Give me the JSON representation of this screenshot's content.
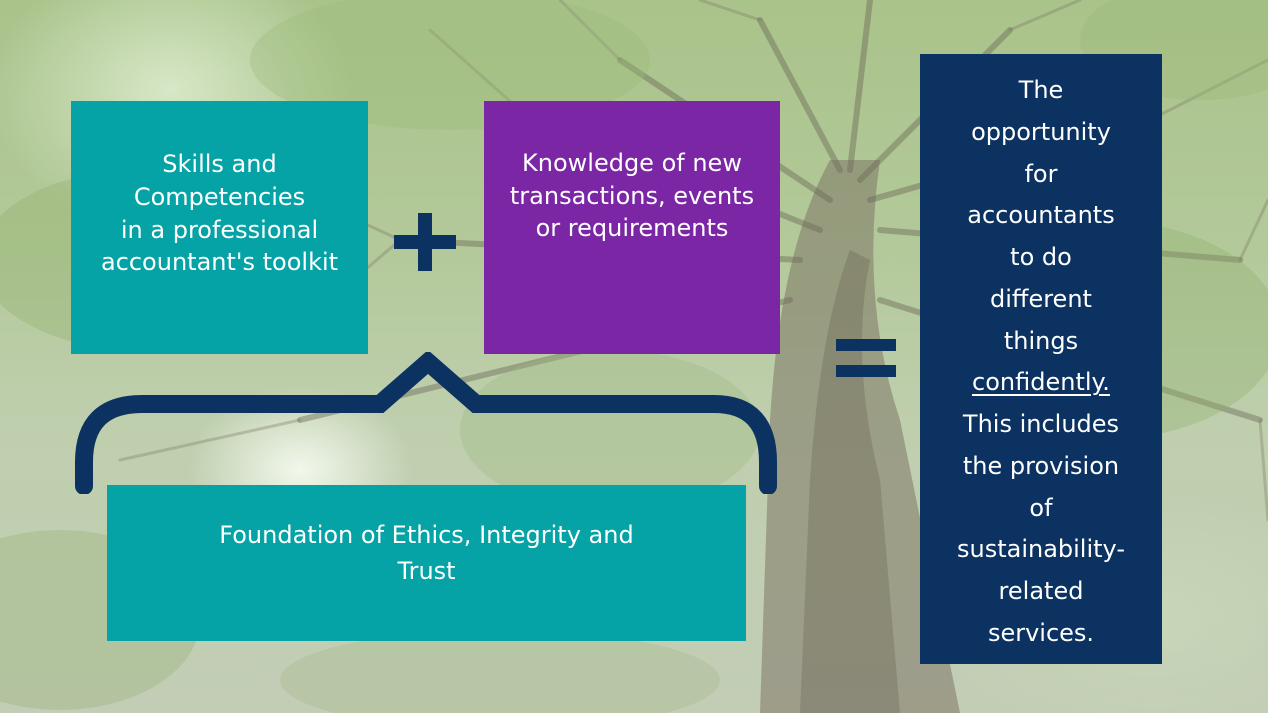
{
  "boxes": {
    "skills": {
      "lines": [
        "Skills and",
        "Competencies",
        "in a professional",
        "accountant's toolkit"
      ]
    },
    "knowledge": {
      "lines": [
        "Knowledge of new",
        "transactions, events",
        "or requirements"
      ]
    },
    "foundation": {
      "lines": [
        "Foundation of Ethics, Integrity and",
        "Trust"
      ]
    },
    "result": {
      "lines_before": [
        "The",
        "opportunity",
        "for",
        "accountants",
        "to do",
        "different",
        "things"
      ],
      "underlined": "confidently.",
      "lines_after": [
        "This includes",
        "the provision",
        "of",
        "sustainability-",
        "related",
        "services."
      ]
    }
  },
  "colors": {
    "teal": "#05a3a6",
    "purple": "#7a26a5",
    "navy": "#0b3260",
    "operator": "#0b3260"
  },
  "icons": {
    "plus": "plus-icon",
    "equals": "equals-icon",
    "brace": "curly-brace-icon"
  }
}
